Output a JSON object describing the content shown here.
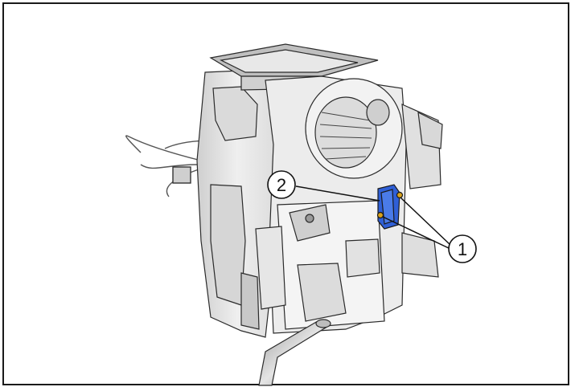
{
  "callouts": {
    "fasteners": {
      "label": "1"
    },
    "component": {
      "label": "2"
    }
  },
  "colors": {
    "highlight_part": "#2f5fd6",
    "fastener": "#d9a21c",
    "housing_fill": "#e9e9e9",
    "housing_shade": "#d2d2d2",
    "outline": "#2b2b2b"
  },
  "icons": {
    "illustration": "hvac-housing-illustration"
  }
}
